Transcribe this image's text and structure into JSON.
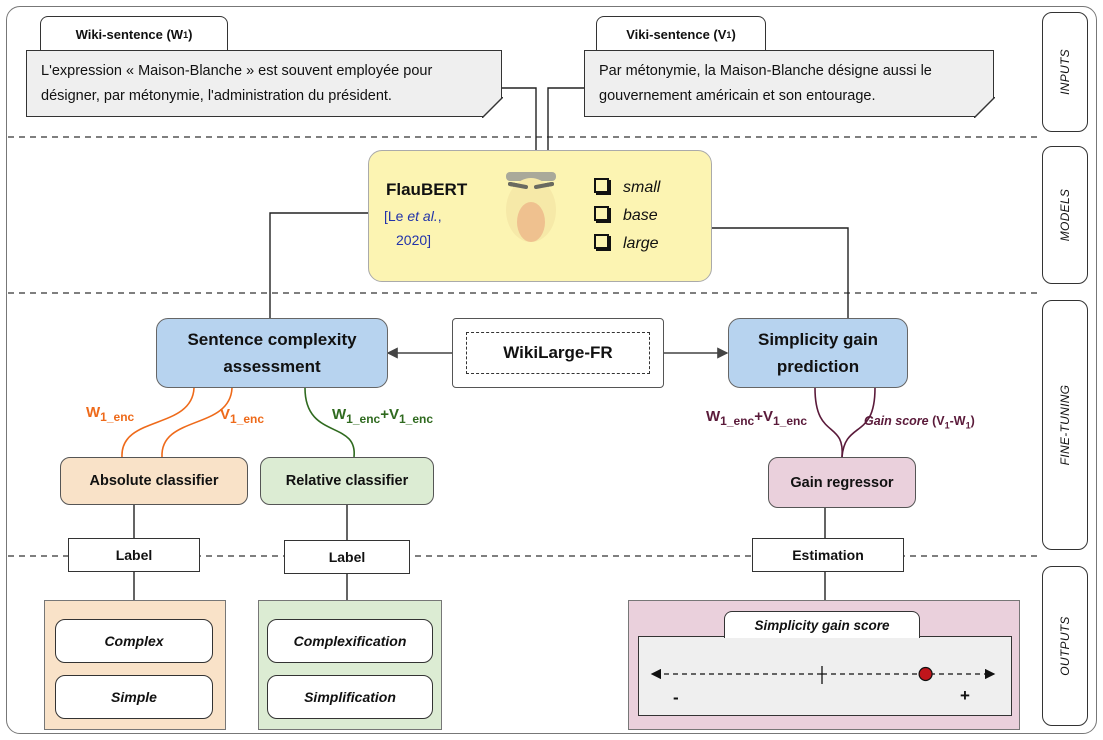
{
  "sections": {
    "inputs": "INPUTS",
    "models": "MODELS",
    "fine_tuning": "FINE-TUNING",
    "outputs": "OUTPUTS"
  },
  "inputs": {
    "wiki": {
      "tab_label": "Wiki-sentence (W",
      "tab_sub": "1",
      "tab_close": ")",
      "line1": "L'expression « Maison-Blanche » est souvent employée pour",
      "line2": "désigner, par métonymie, l'administration du président."
    },
    "viki": {
      "tab_label": "Viki-sentence (V",
      "tab_sub": "1",
      "tab_close": ")",
      "line1": "Par métonymie, la Maison-Blanche désigne aussi le",
      "line2": "gouvernement américain et son entourage."
    }
  },
  "model": {
    "name": "FlauBERT",
    "cite_open": "[Le ",
    "cite_etal": "et al.",
    "cite_comma": ",",
    "cite_year": "2020]",
    "options": [
      "small",
      "base",
      "large"
    ]
  },
  "fine_tuning": {
    "complexity_line1": "Sentence complexity",
    "complexity_line2": "assessment",
    "dataset": "WikiLarge-FR",
    "gain_line1": "Simplicity gain",
    "gain_line2": "prediction",
    "absolute_classifier": "Absolute classifier",
    "relative_classifier": "Relative classifier",
    "gain_regressor": "Gain regressor",
    "encodings": {
      "w_base": "W",
      "w_sub": "1_enc",
      "v_base": "V",
      "v_sub": "1_enc",
      "plus": "+",
      "gain_score_text": "Gain score",
      "gain_open": " (V",
      "gain_sub1": "1",
      "gain_minus": "-W",
      "gain_sub2": "1",
      "gain_close": ")"
    }
  },
  "outputs": {
    "label_text": "Label",
    "estimation_text": "Estimation",
    "absolute_values": [
      "Complex",
      "Simple"
    ],
    "relative_values": [
      "Complexification",
      "Simplification"
    ],
    "gain_title": "Simplicity gain score",
    "scale_minus": "-",
    "scale_plus": "+",
    "example_score_fraction": 0.8
  },
  "colors": {
    "orange_text": "#ee6a1a",
    "green_text": "#2f6a1f",
    "purple_text": "#5a1a3a",
    "model_fill": "#fcf4b2",
    "blue_fill": "#b7d3ef",
    "orange_fill": "#f9e2c8",
    "green_fill": "#dcecd3",
    "pink_fill": "#ead0dc",
    "score_dot": "#c0151b"
  }
}
